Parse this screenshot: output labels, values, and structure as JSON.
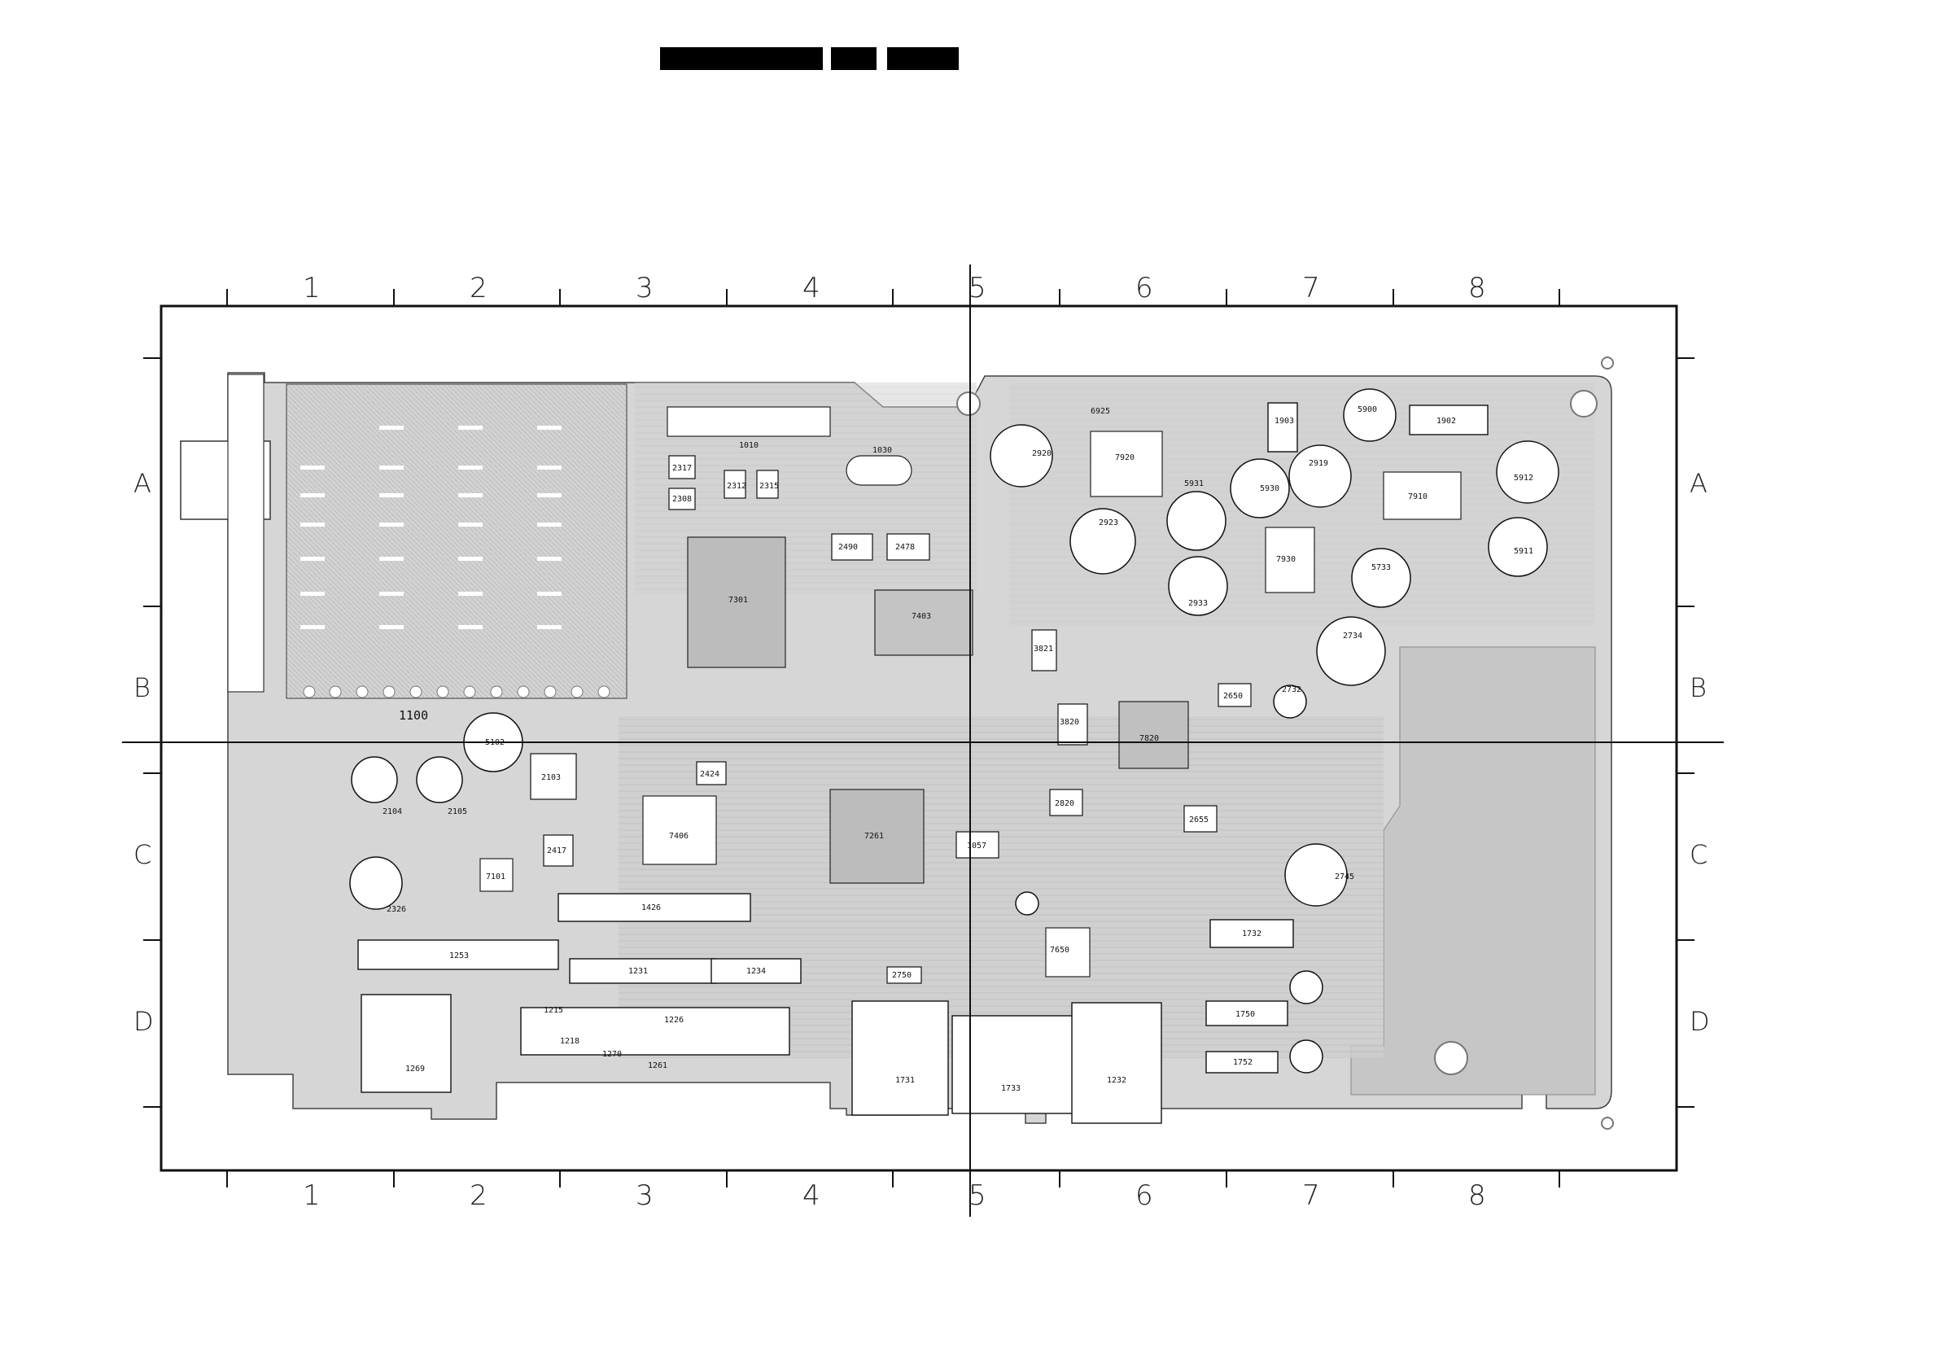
{
  "title_bars": [
    "",
    "",
    ""
  ],
  "grid": {
    "columns": [
      "1",
      "2",
      "3",
      "4",
      "5",
      "6",
      "7",
      "8"
    ],
    "rows": [
      "A",
      "B",
      "C",
      "D"
    ]
  },
  "components": [
    {
      "ref": "1100",
      "kind": "label"
    },
    {
      "ref": "1010",
      "kind": "connector"
    },
    {
      "ref": "1030",
      "kind": "crystal"
    },
    {
      "ref": "7301",
      "kind": "ic"
    },
    {
      "ref": "7403",
      "kind": "ic"
    },
    {
      "ref": "7820",
      "kind": "ic"
    },
    {
      "ref": "7930",
      "kind": "ic"
    },
    {
      "ref": "7910",
      "kind": "ic"
    },
    {
      "ref": "7920",
      "kind": "ic"
    },
    {
      "ref": "7406",
      "kind": "ic"
    },
    {
      "ref": "7101",
      "kind": "ic"
    },
    {
      "ref": "7650",
      "kind": "ic"
    },
    {
      "ref": "7261",
      "kind": "ic"
    },
    {
      "ref": "2920",
      "kind": "cap"
    },
    {
      "ref": "2923",
      "kind": "cap"
    },
    {
      "ref": "2933",
      "kind": "cap"
    },
    {
      "ref": "2919",
      "kind": "cap"
    },
    {
      "ref": "2734",
      "kind": "cap"
    },
    {
      "ref": "2732",
      "kind": "cap"
    },
    {
      "ref": "2745",
      "kind": "cap"
    },
    {
      "ref": "2104",
      "kind": "cap"
    },
    {
      "ref": "2105",
      "kind": "cap"
    },
    {
      "ref": "2326",
      "kind": "cap"
    },
    {
      "ref": "5931",
      "kind": "coil"
    },
    {
      "ref": "5930",
      "kind": "coil"
    },
    {
      "ref": "5900",
      "kind": "coil"
    },
    {
      "ref": "5733",
      "kind": "coil"
    },
    {
      "ref": "5911",
      "kind": "coil"
    },
    {
      "ref": "5912",
      "kind": "coil"
    },
    {
      "ref": "5102",
      "kind": "coil"
    },
    {
      "ref": "1902",
      "kind": "connector"
    },
    {
      "ref": "1903",
      "kind": "connector"
    },
    {
      "ref": "1426",
      "kind": "connector"
    },
    {
      "ref": "1253",
      "kind": "connector"
    },
    {
      "ref": "1231",
      "kind": "connector"
    },
    {
      "ref": "1234",
      "kind": "connector"
    },
    {
      "ref": "1732",
      "kind": "connector"
    },
    {
      "ref": "1750",
      "kind": "connector"
    },
    {
      "ref": "1752",
      "kind": "connector"
    },
    {
      "ref": "1733",
      "kind": "connector"
    },
    {
      "ref": "1232",
      "kind": "connector"
    },
    {
      "ref": "1731",
      "kind": "connector"
    },
    {
      "ref": "1215",
      "kind": "connector"
    },
    {
      "ref": "1218",
      "kind": "connector"
    },
    {
      "ref": "1226",
      "kind": "connector"
    },
    {
      "ref": "1270",
      "kind": "connector"
    },
    {
      "ref": "1261",
      "kind": "connector"
    },
    {
      "ref": "1269",
      "kind": "connector"
    },
    {
      "ref": "2490",
      "kind": "part"
    },
    {
      "ref": "2478",
      "kind": "part"
    },
    {
      "ref": "2317",
      "kind": "part"
    },
    {
      "ref": "2308",
      "kind": "part"
    },
    {
      "ref": "2312",
      "kind": "part"
    },
    {
      "ref": "2315",
      "kind": "part"
    },
    {
      "ref": "2424",
      "kind": "part"
    },
    {
      "ref": "2103",
      "kind": "part"
    },
    {
      "ref": "2417",
      "kind": "part"
    },
    {
      "ref": "1057",
      "kind": "part"
    },
    {
      "ref": "2820",
      "kind": "part"
    },
    {
      "ref": "2655",
      "kind": "part"
    },
    {
      "ref": "2650",
      "kind": "part"
    },
    {
      "ref": "1750_",
      "kind": "hidden"
    },
    {
      "ref": "2750",
      "kind": "part"
    },
    {
      "ref": "3820",
      "kind": "part"
    },
    {
      "ref": "3821",
      "kind": "part"
    },
    {
      "ref": "6925",
      "kind": "part"
    },
    {
      "ref": "2920_",
      "kind": "hidden"
    }
  ]
}
